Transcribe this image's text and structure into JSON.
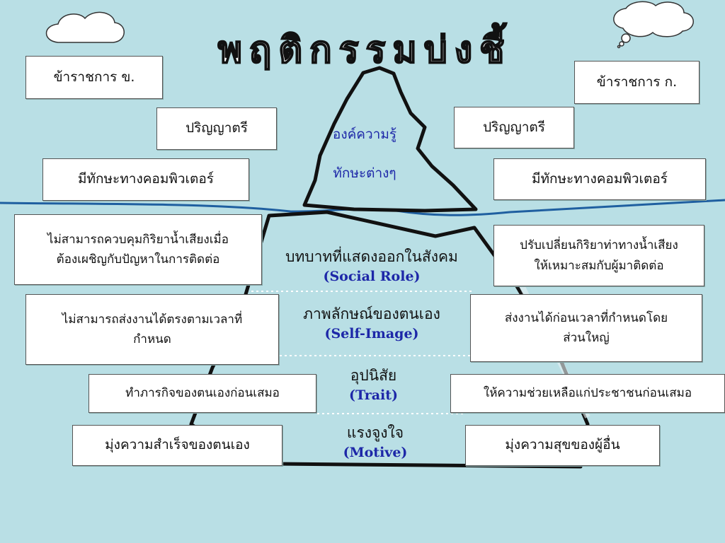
{
  "title": "พฤติกรรมบ่งชี้",
  "left": {
    "header": "ข้าราชการ ข.",
    "degree": "ปริญญาตรี",
    "skill": "มีทักษะทางคอมพิวเตอร์",
    "role_line1": "ไม่สามารถควบคุมกิริยาน้ำเสียงเมื่อ",
    "role_line2": "ต้องเผชิญกับปัญหาในการติดต่อ",
    "image_line1": "ไม่สามารถส่งงานได้ตรงตามเวลาที่",
    "image_line2": "กำหนด",
    "trait": "ทำภารกิจของตนเองก่อนเสมอ",
    "motive": "มุ่งความสำเร็จของตนเอง"
  },
  "right": {
    "header": "ข้าราชการ ก.",
    "degree": "ปริญญาตรี",
    "skill": "มีทักษะทางคอมพิวเตอร์",
    "role_line1": "ปรับเปลี่ยนกิริยาท่าทางน้ำเสียง",
    "role_line2": "ให้เหมาะสมกับผู้มาติดต่อ",
    "image_line1": "ส่งงานได้ก่อนเวลาที่กำหนดโดย",
    "image_line2": "ส่วนใหญ่",
    "trait": "ให้ความช่วยเหลือแก่ประชาชนก่อนเสมอ",
    "motive": "มุ่งความสุขของผู้อื่น"
  },
  "peak": {
    "knowledge": "องค์ความรู้",
    "skills": "ทักษะต่างๆ"
  },
  "layers": [
    {
      "th": "บทบาทที่แสดงออกในสังคม",
      "en": "(Social Role)"
    },
    {
      "th": "ภาพลักษณ์ของตนเอง",
      "en": "(Self-Image)"
    },
    {
      "th": "อุปนิสัย",
      "en": "(Trait)"
    },
    {
      "th": "แรงจูงใจ",
      "en": "(Motive)"
    }
  ],
  "colors": {
    "background": "#b9dfe5",
    "water_line": "#1f5fa0",
    "accent_text": "#1d27a8"
  }
}
